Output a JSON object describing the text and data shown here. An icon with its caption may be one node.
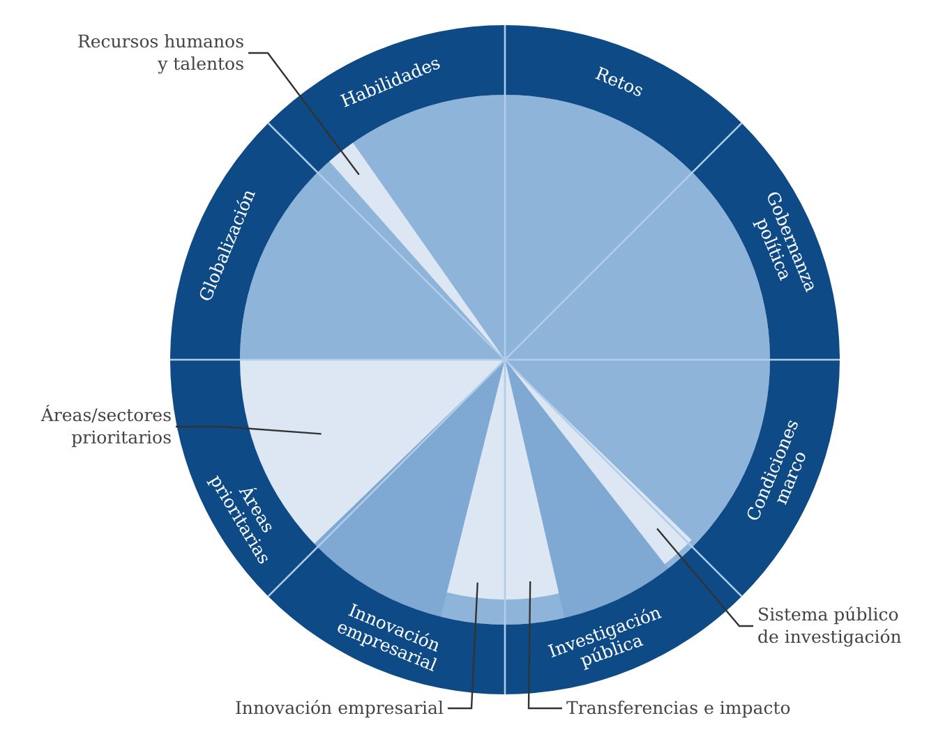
{
  "diagram": {
    "nodes": [
      {
        "text": [
          "Recursos humanos y talentos"
        ]
      },
      {
        "text": [
          "Habilidades"
        ]
      },
      {
        "text": [
          "Retos"
        ]
      },
      {
        "text": [
          "Globalización"
        ]
      },
      {
        "text": [
          "Gobernanza política"
        ]
      },
      {
        "text": [],
        "shape": "wedge"
      },
      {
        "text": [
          "Áreas/sectores prioritarios"
        ]
      },
      {
        "text": [],
        "shape": "wedge"
      },
      {
        "text": [
          "Áreas prioritarias"
        ]
      },
      {
        "text": [
          "Condiciones marco"
        ]
      },
      {
        "text": [],
        "shape": "wedge"
      },
      {
        "text": [],
        "shape": "wedge"
      },
      {
        "text": [],
        "shape": "wedge"
      },
      {
        "text": [
          "Innovación empresarial"
        ]
      },
      {
        "text": [
          "Investigación pública"
        ]
      },
      {
        "text": [
          "Sistema público de investigación"
        ]
      },
      {
        "text": [
          "Innovación empresarial"
        ]
      },
      {
        "text": [
          "Transferencias e impacto"
        ]
      }
    ],
    "edges": [
      {
        "from": 0,
        "to": 5,
        "arrow": "none"
      },
      {
        "from": 6,
        "to": 7,
        "arrow": "none"
      },
      {
        "from": 15,
        "to": 12,
        "arrow": "none"
      },
      {
        "from": 16,
        "to": 10,
        "arrow": "none"
      },
      {
        "from": 17,
        "to": 11,
        "arrow": "none"
      }
    ]
  }
}
